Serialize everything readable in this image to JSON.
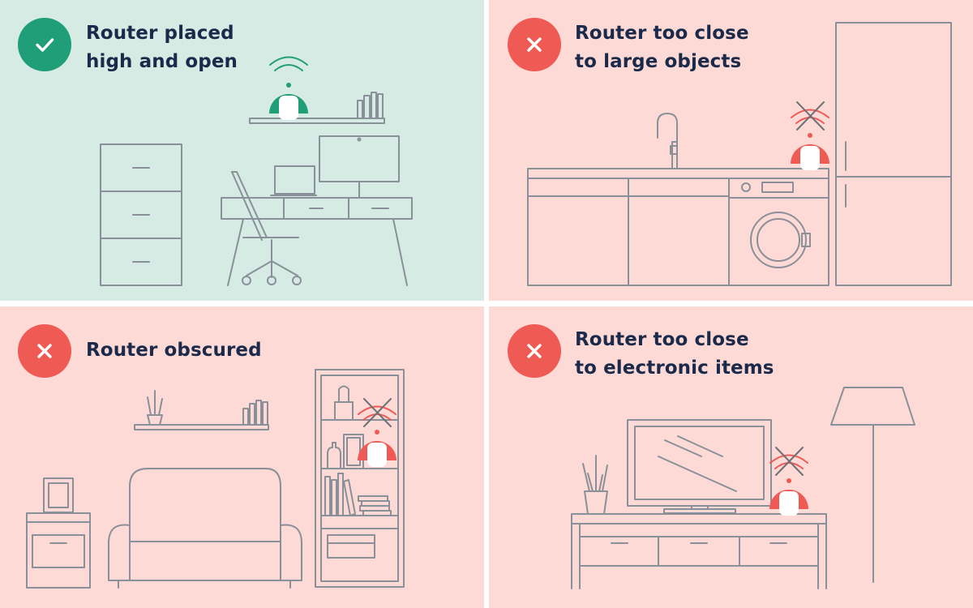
{
  "colors": {
    "good_bg": "#d5ebe3",
    "bad_bg": "#fddad5",
    "good_accent": "#1f9e78",
    "bad_accent": "#ef5a55",
    "title_text": "#1b2a4a",
    "line_art": "#8a9099",
    "router_body": "#ffffff"
  },
  "panels": [
    {
      "id": "high-open",
      "status": "good",
      "icon": "check-icon",
      "title_lines": [
        "Router placed",
        "high and open"
      ]
    },
    {
      "id": "large-objects",
      "status": "bad",
      "icon": "close-icon",
      "title_lines": [
        "Router too close",
        "to large objects"
      ]
    },
    {
      "id": "obscured",
      "status": "bad",
      "icon": "close-icon",
      "title_lines": [
        "Router obscured"
      ]
    },
    {
      "id": "electronic-items",
      "status": "bad",
      "icon": "close-icon",
      "title_lines": [
        "Router too close",
        "to electronic items"
      ]
    }
  ]
}
